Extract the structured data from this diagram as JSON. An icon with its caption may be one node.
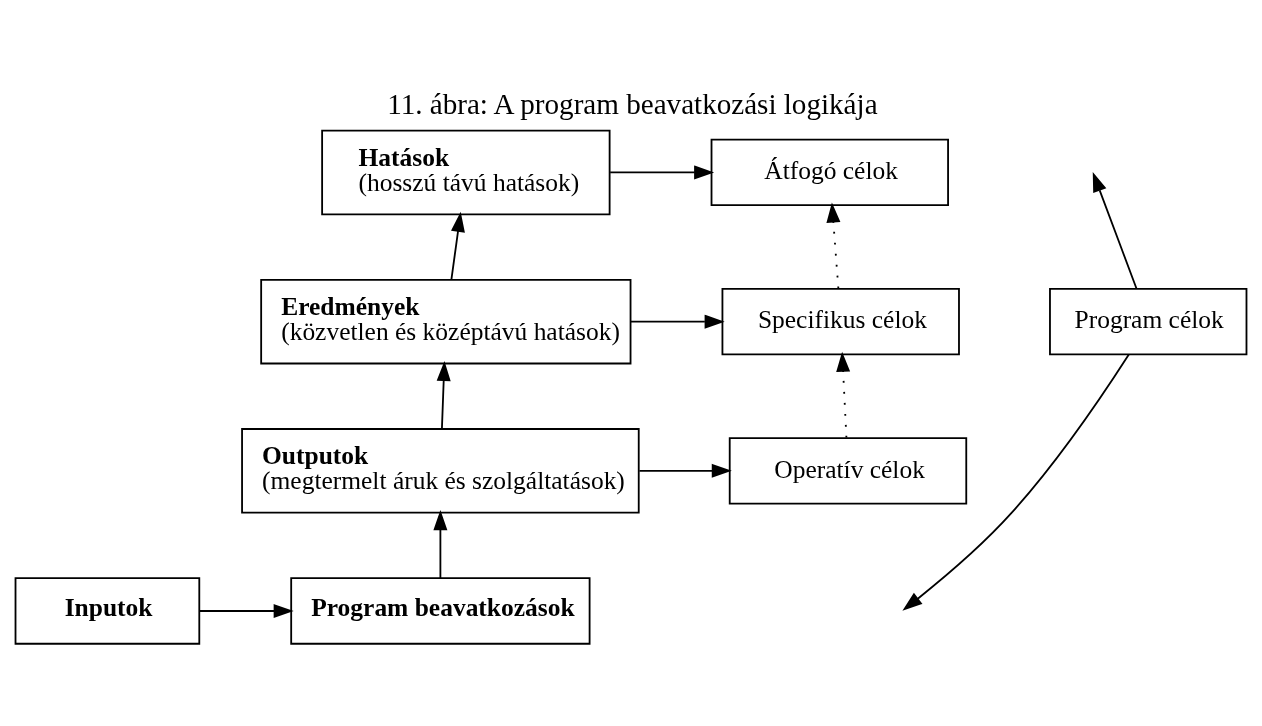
{
  "diagram": {
    "title": "11. ábra: A program beavatkozási logikája",
    "nodes": [
      {
        "text": [
          "Hatások",
          "(hosszú távú hatások)"
        ]
      },
      {
        "text": [
          "Átfogó célok"
        ]
      },
      {
        "text": [
          "Eredmények",
          "(közvetlen és középtávú hatások)"
        ]
      },
      {
        "text": [
          "Specifikus célok"
        ]
      },
      {
        "text": [
          "Program célok"
        ]
      },
      {
        "text": [
          "Outputok",
          "(megtermelt áruk és szolgáltatások)"
        ]
      },
      {
        "text": [
          "Operatív célok"
        ]
      },
      {
        "text": [
          "Inputok"
        ]
      },
      {
        "text": [
          "Program beavatkozások"
        ]
      }
    ],
    "edges": [
      {
        "from": 7,
        "to": 8,
        "arrow": "to"
      },
      {
        "from": 8,
        "to": 5,
        "arrow": "to"
      },
      {
        "from": 5,
        "to": 2,
        "arrow": "to"
      },
      {
        "from": 2,
        "to": 0,
        "arrow": "to"
      },
      {
        "from": 0,
        "to": 1,
        "arrow": "to"
      },
      {
        "from": 2,
        "to": 3,
        "arrow": "to"
      },
      {
        "from": 5,
        "to": 6,
        "arrow": "to"
      },
      {
        "from": 3,
        "to": 1,
        "arrow": "to",
        "style": "dashed"
      },
      {
        "from": 6,
        "to": 3,
        "arrow": "to",
        "style": "dashed"
      },
      {
        "from": 4,
        "to": null,
        "arrow": "to"
      },
      {
        "from": 4,
        "to": null,
        "arrow": "to"
      }
    ]
  }
}
